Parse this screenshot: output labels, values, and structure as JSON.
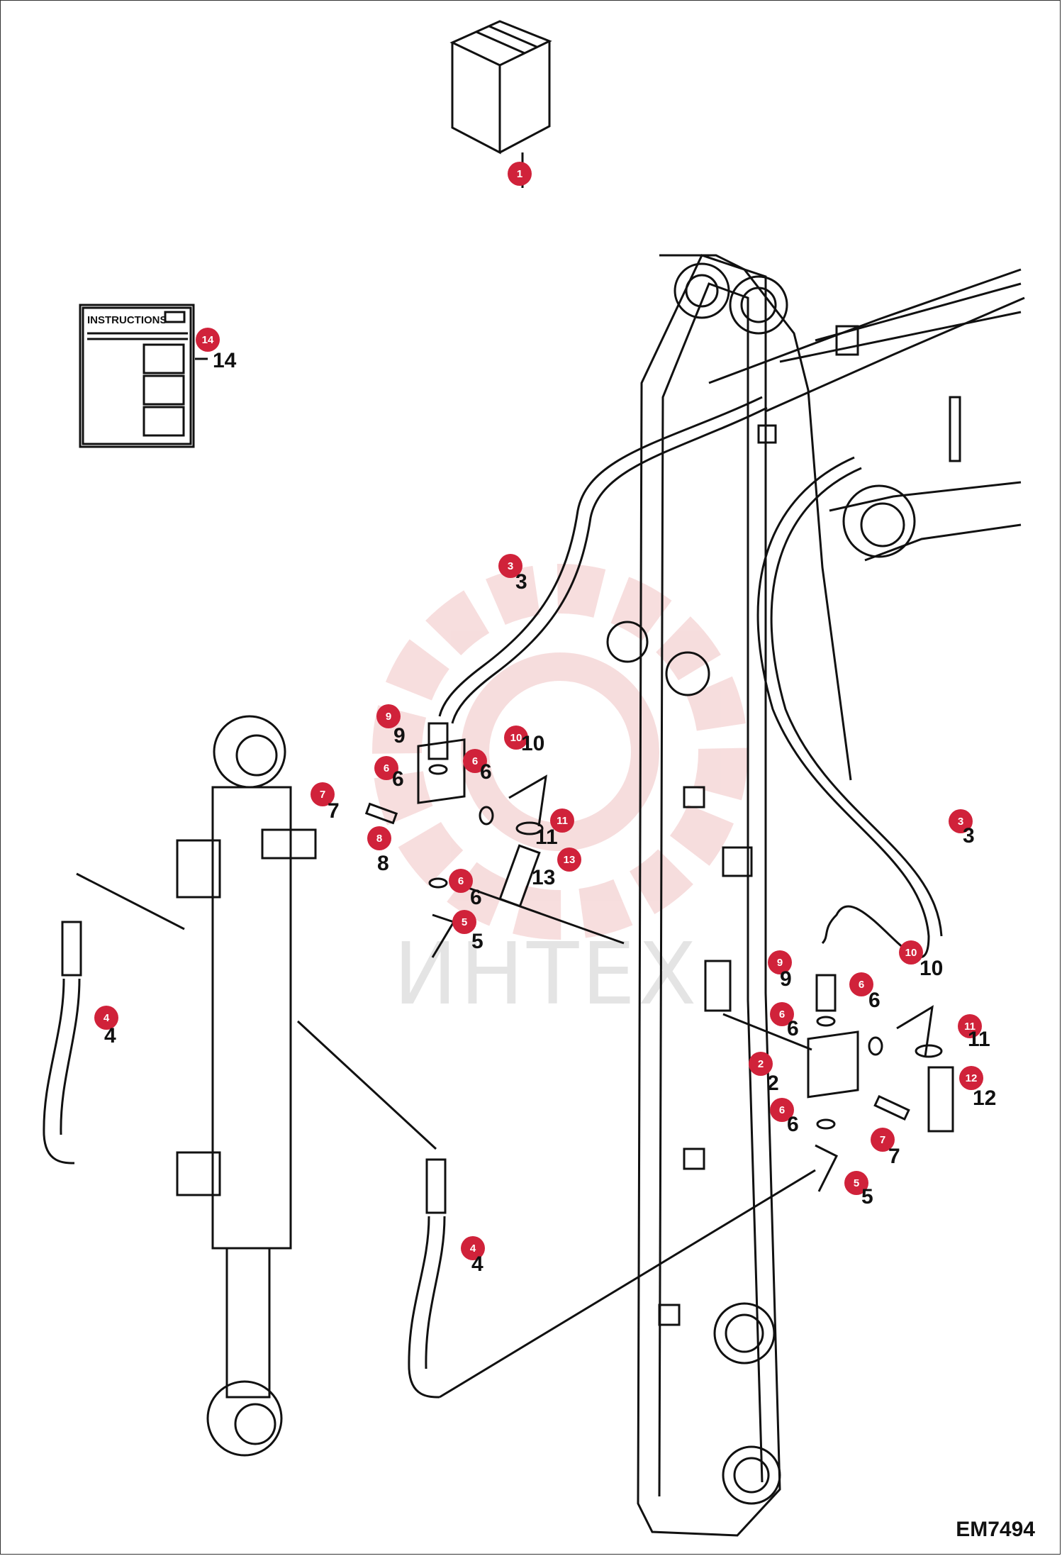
{
  "diagram_code": "EM7494",
  "watermark": "ИНТЕХ",
  "instructions_label": "INSTRUCTIONS",
  "colors": {
    "badge": "#d0223a",
    "line": "#111111",
    "watermark": "#e8a0a0"
  },
  "callouts": [
    {
      "n": "1",
      "label": ""
    },
    {
      "n": "14",
      "label": "14"
    },
    {
      "n": "3",
      "label": "3"
    },
    {
      "n": "9",
      "label": "9"
    },
    {
      "n": "10",
      "label": "10"
    },
    {
      "n": "6",
      "label": "6"
    },
    {
      "n": "6",
      "label": "6"
    },
    {
      "n": "7",
      "label": "7"
    },
    {
      "n": "8",
      "label": "8"
    },
    {
      "n": "11",
      "label": "11"
    },
    {
      "n": "13",
      "label": "13"
    },
    {
      "n": "6",
      "label": "6"
    },
    {
      "n": "5",
      "label": "5"
    },
    {
      "n": "3",
      "label": "3"
    },
    {
      "n": "4",
      "label": "4"
    },
    {
      "n": "9",
      "label": "9"
    },
    {
      "n": "10",
      "label": "10"
    },
    {
      "n": "6",
      "label": "6"
    },
    {
      "n": "6",
      "label": "6"
    },
    {
      "n": "11",
      "label": "11"
    },
    {
      "n": "2",
      "label": "2"
    },
    {
      "n": "12",
      "label": "12"
    },
    {
      "n": "6",
      "label": "6"
    },
    {
      "n": "7",
      "label": "7"
    },
    {
      "n": "5",
      "label": "5"
    },
    {
      "n": "4",
      "label": "4"
    }
  ]
}
